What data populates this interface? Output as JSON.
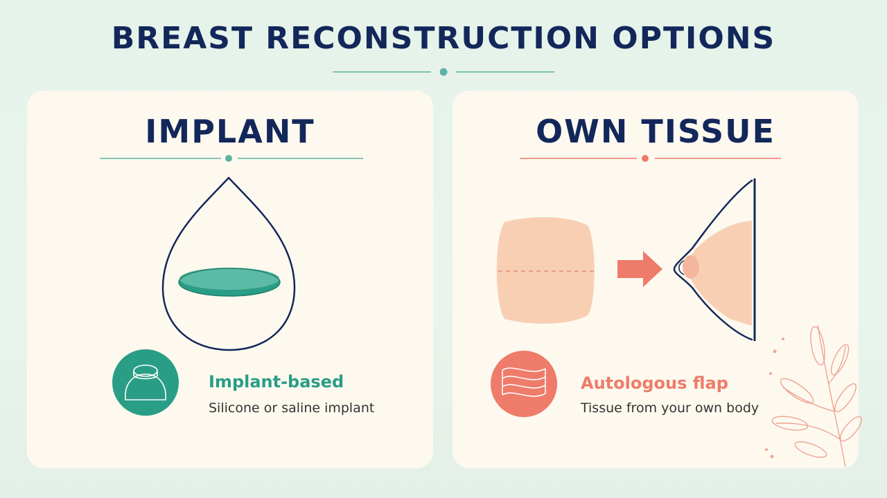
{
  "title": "BREAST RECONSTRUCTION OPTIONS",
  "colors": {
    "navy": "#13275a",
    "teal": "#2a9d86",
    "coral": "#ef7b6a",
    "skin": "#f9cfb4",
    "card": "#fdf9ef",
    "background": "#e6f3ea"
  },
  "options": [
    {
      "heading": "IMPLANT",
      "label": "Implant-based",
      "description": "Silicone or saline implant",
      "icon": "implant-icon"
    },
    {
      "heading": "OWN TISSUE",
      "label": "Autologous flap",
      "description": "Tissue from your own body",
      "icon": "tissue-layers-icon"
    }
  ]
}
